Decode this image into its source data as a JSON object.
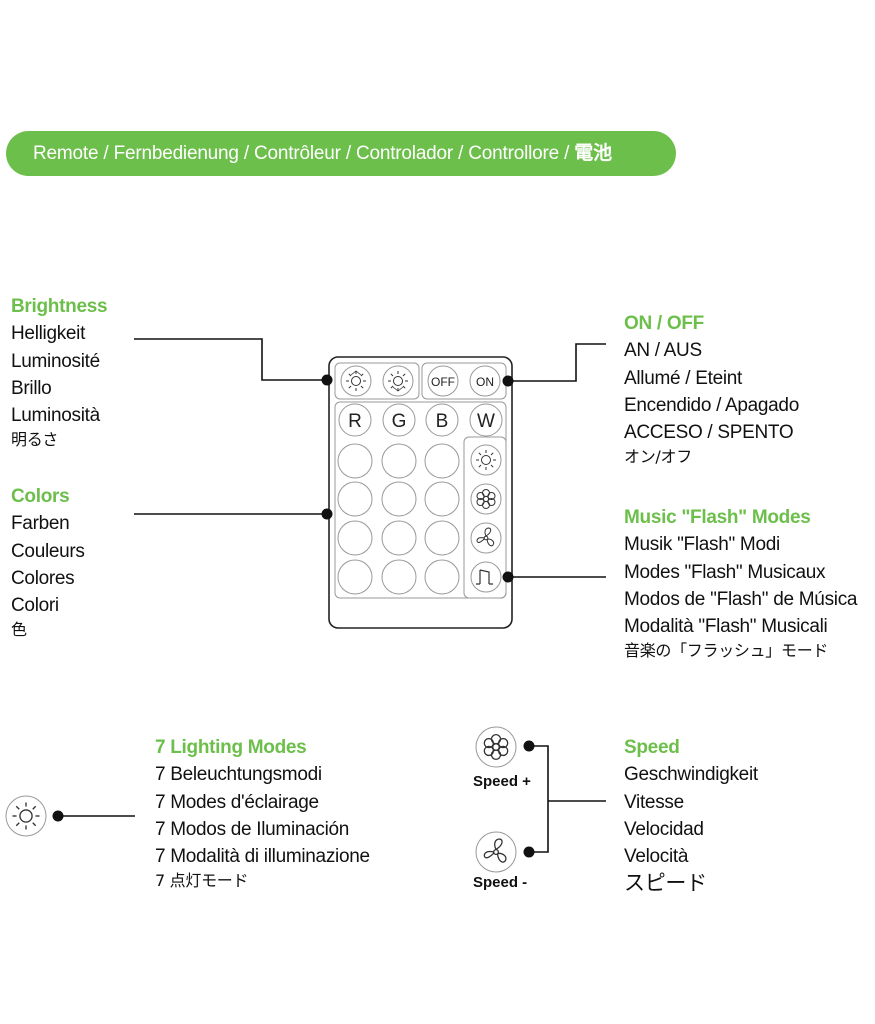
{
  "banner": {
    "text": "Remote / Fernbedienung / Contrôleur / Controlador / Controllore / ",
    "text_jp": "電池",
    "color": "#6cbf4b"
  },
  "remote": {
    "buttons": {
      "off": "OFF",
      "on": "ON",
      "r": "R",
      "g": "G",
      "b": "B",
      "w": "W"
    },
    "icons": [
      "brightness-up-icon",
      "brightness-down-icon",
      "sun-icon",
      "flower-icon",
      "fan-icon",
      "music-note-icon"
    ]
  },
  "labels": {
    "brightness": {
      "head": "Brightness",
      "lines": [
        "Helligkeit",
        "Luminosité",
        "Brillo",
        "Luminosità"
      ],
      "jp": "明るさ"
    },
    "colors": {
      "head": "Colors",
      "lines": [
        "Farben",
        "Couleurs",
        "Colores",
        "Colori"
      ],
      "jp": "色"
    },
    "onoff": {
      "head": "ON / OFF",
      "lines": [
        "AN / AUS",
        "Allumé / Eteint",
        "Encendido / Apagado",
        "ACCESO / SPENTO"
      ],
      "jp": "オン/オフ"
    },
    "music": {
      "head": "Music \"Flash\" Modes",
      "lines": [
        "Musik \"Flash\" Modi",
        "Modes \"Flash\" Musicaux",
        "Modos de ''Flash'' de Música",
        "Modalità \"Flash\" Musicali"
      ],
      "jp": "音楽の「フラッシュ」モード"
    },
    "lighting": {
      "head": "7 Lighting Modes",
      "lines": [
        "7 Beleuchtungsmodi",
        "7 Modes d'éclairage",
        "7 Modos de Iluminación",
        "7 Modalità di illuminazione"
      ],
      "jp": "7 点灯モード"
    },
    "speed": {
      "head": "Speed",
      "lines": [
        "Geschwindigkeit",
        "Vitesse",
        "Velocidad",
        "Velocità"
      ],
      "jp": "スピード"
    }
  },
  "speed_buttons": {
    "plus": "Speed +",
    "minus": "Speed -"
  }
}
